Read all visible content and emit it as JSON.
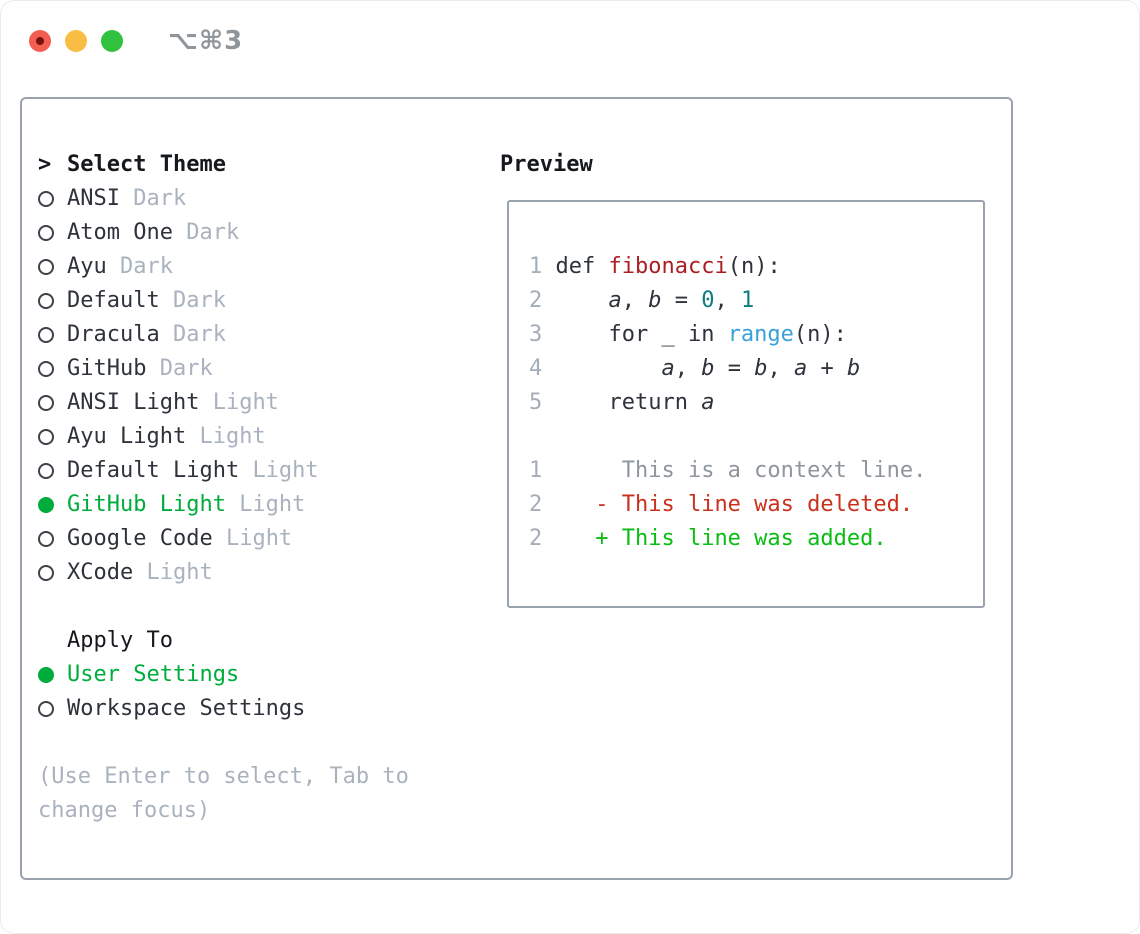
{
  "window": {
    "title": "⌥⌘3",
    "traffic_lights": [
      "close",
      "minimize",
      "zoom"
    ]
  },
  "theme_panel": {
    "header": {
      "prompt": ">",
      "label": "Select Theme"
    },
    "themes": [
      {
        "name": "ANSI",
        "tag": "Dark",
        "selected": false
      },
      {
        "name": "Atom One",
        "tag": "Dark",
        "selected": false
      },
      {
        "name": "Ayu",
        "tag": "Dark",
        "selected": false
      },
      {
        "name": "Default",
        "tag": "Dark",
        "selected": false
      },
      {
        "name": "Dracula",
        "tag": "Dark",
        "selected": false
      },
      {
        "name": "GitHub",
        "tag": "Dark",
        "selected": false
      },
      {
        "name": "ANSI Light",
        "tag": "Light",
        "selected": false
      },
      {
        "name": "Ayu Light",
        "tag": "Light",
        "selected": false
      },
      {
        "name": "Default Light",
        "tag": "Light",
        "selected": false
      },
      {
        "name": "GitHub Light",
        "tag": "Light",
        "selected": true
      },
      {
        "name": "Google Code",
        "tag": "Light",
        "selected": false
      },
      {
        "name": "XCode",
        "tag": "Light",
        "selected": false
      }
    ],
    "apply_to": {
      "label": "Apply To",
      "options": [
        {
          "name": "User Settings",
          "selected": true
        },
        {
          "name": "Workspace Settings",
          "selected": false
        }
      ]
    },
    "hint_lines": [
      "(Use Enter to select, Tab to",
      "change focus)"
    ]
  },
  "preview": {
    "label": "Preview",
    "code_lines": [
      {
        "num": "1",
        "tokens": [
          {
            "text": "def ",
            "style": "plain"
          },
          {
            "text": "fibonacci",
            "style": "func"
          },
          {
            "text": "(n):",
            "style": "plain"
          }
        ]
      },
      {
        "num": "2",
        "tokens": [
          {
            "text": "    ",
            "style": "plain"
          },
          {
            "text": "a",
            "style": "var"
          },
          {
            "text": ", ",
            "style": "plain"
          },
          {
            "text": "b",
            "style": "var"
          },
          {
            "text": " = ",
            "style": "plain"
          },
          {
            "text": "0",
            "style": "num"
          },
          {
            "text": ", ",
            "style": "plain"
          },
          {
            "text": "1",
            "style": "num"
          }
        ]
      },
      {
        "num": "3",
        "tokens": [
          {
            "text": "    for _ in ",
            "style": "plain"
          },
          {
            "text": "range",
            "style": "builtin"
          },
          {
            "text": "(n):",
            "style": "plain"
          }
        ]
      },
      {
        "num": "4",
        "tokens": [
          {
            "text": "        ",
            "style": "plain"
          },
          {
            "text": "a",
            "style": "var"
          },
          {
            "text": ", ",
            "style": "plain"
          },
          {
            "text": "b",
            "style": "var"
          },
          {
            "text": " = ",
            "style": "plain"
          },
          {
            "text": "b",
            "style": "var"
          },
          {
            "text": ", ",
            "style": "plain"
          },
          {
            "text": "a",
            "style": "var"
          },
          {
            "text": " + ",
            "style": "plain"
          },
          {
            "text": "b",
            "style": "var"
          }
        ]
      },
      {
        "num": "5",
        "tokens": [
          {
            "text": "    return ",
            "style": "plain"
          },
          {
            "text": "a",
            "style": "var"
          }
        ]
      }
    ],
    "diff_lines": [
      {
        "num": "1",
        "text": "     This is a context line.",
        "kind": "context"
      },
      {
        "num": "2",
        "text": "   - This line was deleted.",
        "kind": "deleted"
      },
      {
        "num": "2",
        "text": "   + This line was added.",
        "kind": "added"
      }
    ]
  },
  "colors": {
    "ui_green": "#00ac3c",
    "diff_added": "#0abd12",
    "diff_removed": "#c9311c",
    "context_gray": "#8e959d",
    "func_red": "#ab1f24",
    "num_teal": "#0e7d80",
    "builtin_blue": "#38a1d9",
    "text_dark": "#2e333b",
    "text_muted": "#a9b2bf",
    "border_gray": "#9aa3ad"
  }
}
